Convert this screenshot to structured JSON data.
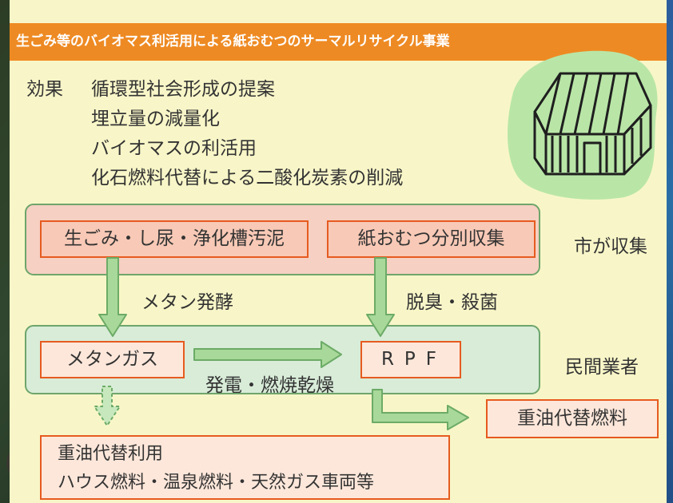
{
  "title": "生ごみ等のバイオマス利活用による紙おむつのサーマルリサイクル事業",
  "effects": {
    "label": "効果",
    "items": [
      "循環型社会形成の提案",
      "埋立量の減量化",
      "バイオマスの利活用",
      "化石燃料代替による二酸化炭素の削減"
    ]
  },
  "boxes": {
    "raw_waste": "生ごみ・し尿・浄化槽汚泥",
    "diaper_collection": "紙おむつ分別収集",
    "methane_gas": "メタンガス",
    "rpf": "RPF",
    "heavy_oil_fuel": "重油代替燃料",
    "heavy_oil_use_line1": "重油代替利用",
    "heavy_oil_use_line2": "ハウス燃料・温泉燃料・天然ガス車両等"
  },
  "labels": {
    "city_collects": "市が収集",
    "private_operator": "民間業者",
    "methane_fermentation": "メタン発酵",
    "deodorize_sterilize": "脱臭・殺菌",
    "power_combustion_drying": "発電・燃焼乾燥"
  },
  "colors": {
    "title_bar": "#ee8a23",
    "panel_background": "#f8f6c8",
    "band_top": "#f6d0c2",
    "band_mid": "#d8ecd8",
    "box_border": "#e65b1f",
    "arrow": "#a8d89a"
  },
  "icons": {
    "greenhouse": "greenhouse-icon"
  }
}
